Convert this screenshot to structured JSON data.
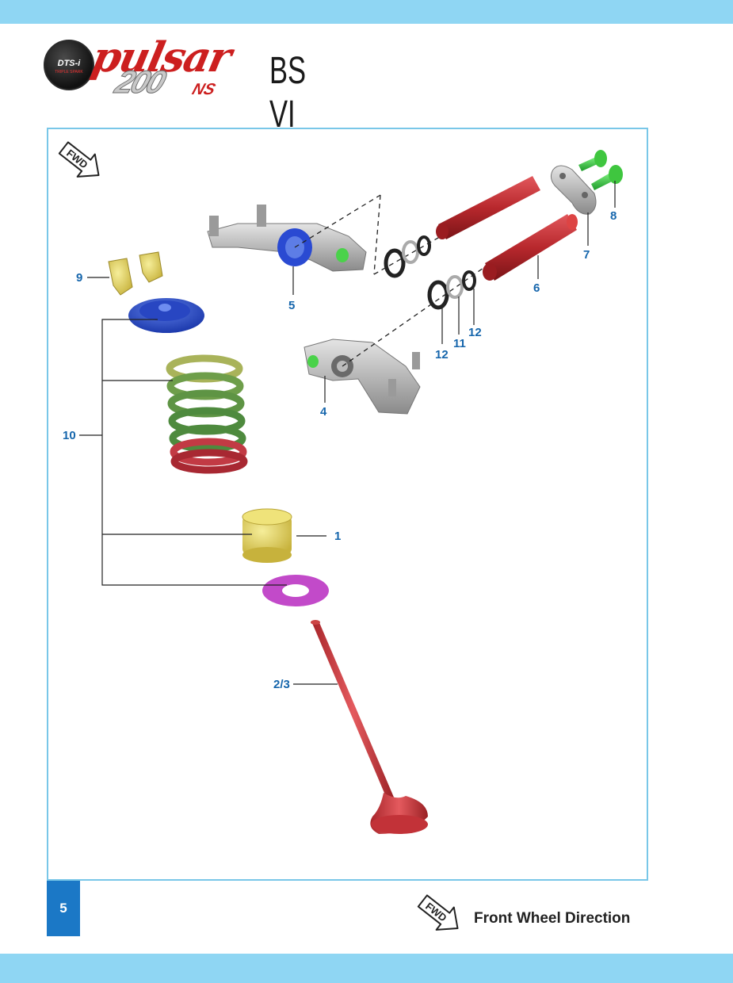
{
  "brand": {
    "badge_text": "DTS-i",
    "badge_subtext": "TRIPLE SPARK",
    "script": "pulsar",
    "model": "200",
    "suffix": "NS",
    "emission": "BS VI"
  },
  "diagram": {
    "fwd_label": "FWD",
    "callouts": [
      {
        "id": "c1",
        "label": "1"
      },
      {
        "id": "c23",
        "label": "2/3"
      },
      {
        "id": "c4",
        "label": "4"
      },
      {
        "id": "c5",
        "label": "5"
      },
      {
        "id": "c6",
        "label": "6"
      },
      {
        "id": "c7",
        "label": "7"
      },
      {
        "id": "c8",
        "label": "8"
      },
      {
        "id": "c9",
        "label": "9"
      },
      {
        "id": "c10",
        "label": "10"
      },
      {
        "id": "c11",
        "label": "11"
      },
      {
        "id": "c12a",
        "label": "12"
      },
      {
        "id": "c12b",
        "label": "12"
      }
    ]
  },
  "footer": {
    "page_number": "5",
    "fwd_icon_label": "FWD",
    "legend": "Front Wheel Direction"
  },
  "colors": {
    "band": "#8fd6f3",
    "frame_border": "#79c7e8",
    "callout": "#1666ac",
    "page_box": "#1b78c6"
  }
}
